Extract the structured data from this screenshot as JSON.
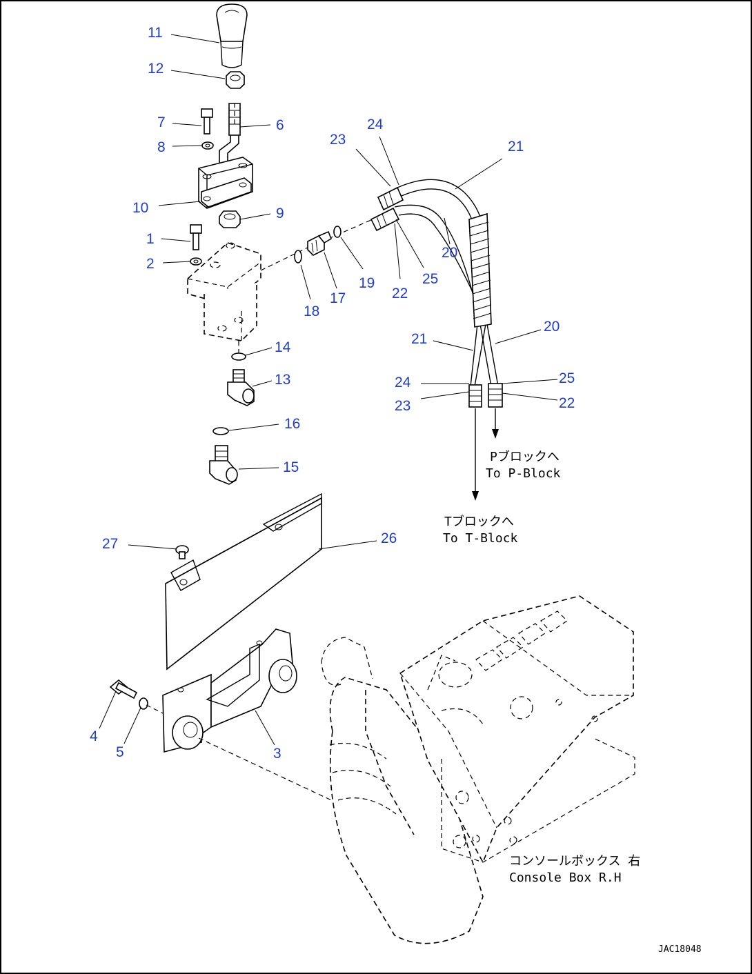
{
  "diagram": {
    "callouts": [
      {
        "id": "c11",
        "label": "11"
      },
      {
        "id": "c12",
        "label": "12"
      },
      {
        "id": "c7",
        "label": "7"
      },
      {
        "id": "c6",
        "label": "6"
      },
      {
        "id": "c8",
        "label": "8"
      },
      {
        "id": "c10",
        "label": "10"
      },
      {
        "id": "c9",
        "label": "9"
      },
      {
        "id": "c1",
        "label": "1"
      },
      {
        "id": "c2",
        "label": "2"
      },
      {
        "id": "c14",
        "label": "14"
      },
      {
        "id": "c13",
        "label": "13"
      },
      {
        "id": "c16",
        "label": "16"
      },
      {
        "id": "c15",
        "label": "15"
      },
      {
        "id": "c18",
        "label": "18"
      },
      {
        "id": "c17",
        "label": "17"
      },
      {
        "id": "c19",
        "label": "19"
      },
      {
        "id": "c23a",
        "label": "23"
      },
      {
        "id": "c24a",
        "label": "24"
      },
      {
        "id": "c21a",
        "label": "21"
      },
      {
        "id": "c20a",
        "label": "20"
      },
      {
        "id": "c22a",
        "label": "22"
      },
      {
        "id": "c25a",
        "label": "25"
      },
      {
        "id": "c21b",
        "label": "21"
      },
      {
        "id": "c20b",
        "label": "20"
      },
      {
        "id": "c24b",
        "label": "24"
      },
      {
        "id": "c25b",
        "label": "25"
      },
      {
        "id": "c23b",
        "label": "23"
      },
      {
        "id": "c22b",
        "label": "22"
      },
      {
        "id": "c27",
        "label": "27"
      },
      {
        "id": "c26",
        "label": "26"
      },
      {
        "id": "c4",
        "label": "4"
      },
      {
        "id": "c5",
        "label": "5"
      },
      {
        "id": "c3",
        "label": "3"
      }
    ],
    "notes": {
      "p_block_jp": "Pブロックへ",
      "p_block_en": "To P-Block",
      "t_block_jp": "Tブロックへ",
      "t_block_en": "To T-Block",
      "console_jp": "コンソールボックス 右",
      "console_en": "Console Box R.H"
    },
    "drawing_code": "JAC18048"
  }
}
